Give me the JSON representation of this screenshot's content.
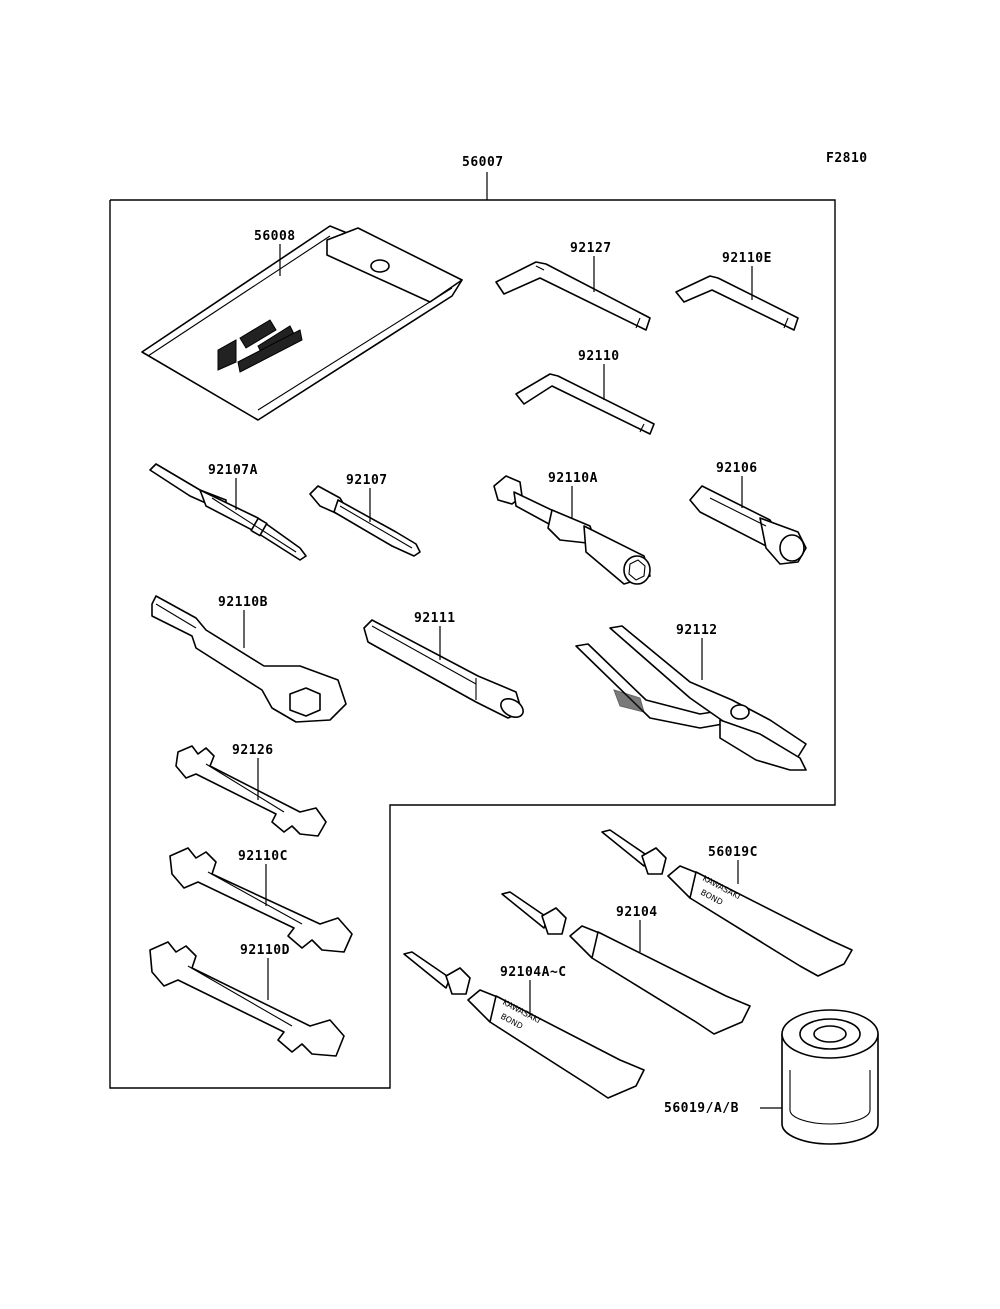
{
  "figure_id": "F2810",
  "parts": {
    "kit": "56007",
    "pouch": "56008",
    "hex_wrench_large": "92127",
    "hex_wrench_e": "92110E",
    "hex_wrench": "92110",
    "screwdriver_a": "92107A",
    "screwdriver": "92107",
    "socket_handle": "92110A",
    "plug_socket": "92106",
    "ring_wrench": "92110B",
    "extension_bar": "92111",
    "pliers": "92112",
    "open_wrench": "92126",
    "open_wrench_c": "92110C",
    "open_wrench_d": "92110D",
    "bond_tube_c": "56019C",
    "tube": "92104",
    "bond_tube_a_c": "92104A~C",
    "bond_can": "56019/A/B"
  },
  "tube_text": {
    "brand": "KAWASAKI",
    "product": "BOND"
  }
}
